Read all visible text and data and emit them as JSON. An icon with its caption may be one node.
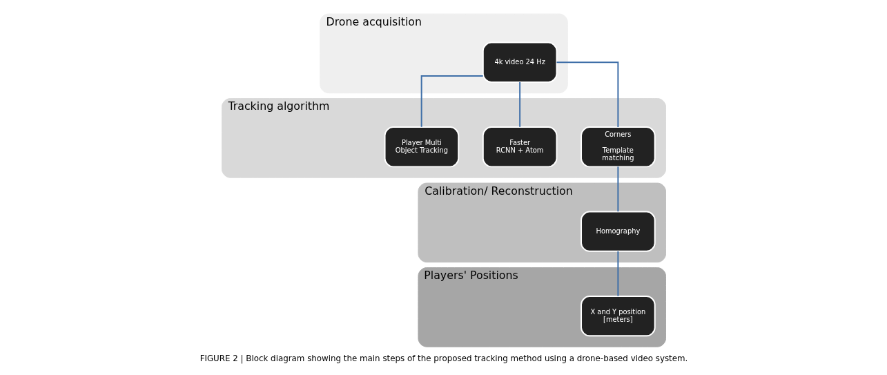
{
  "diagram": {
    "caption": "FIGURE 2 | Block diagram showing the main steps of the proposed tracking method using a drone-based video system.",
    "nodes": [
      {
        "text": [
          "Drone acquisition"
        ]
      },
      {
        "text": [
          "4k video 24 Hz"
        ],
        "in": 0
      },
      {
        "text": [
          "Tracking algorithm"
        ]
      },
      {
        "text": [
          "Player Multi Object Tracking"
        ],
        "in": 2
      },
      {
        "text": [
          "Faster RCNN + Atom"
        ],
        "in": 2
      },
      {
        "text": [
          "Corners",
          "Template matching"
        ],
        "in": 2
      },
      {
        "text": [
          "Calibration/ Reconstruction"
        ]
      },
      {
        "text": [
          "Homography"
        ],
        "in": 6
      },
      {
        "text": [
          "Players' Positions"
        ]
      },
      {
        "text": [
          "X and Y position [meters]"
        ],
        "in": 8
      }
    ],
    "edges": [
      {
        "from": 1,
        "to": 3,
        "arrow": "none"
      },
      {
        "from": 1,
        "to": 4,
        "arrow": "none"
      },
      {
        "from": 1,
        "to": 5,
        "arrow": "none"
      },
      {
        "from": 5,
        "to": 7,
        "arrow": "none"
      },
      {
        "from": 7,
        "to": 9,
        "arrow": "none"
      }
    ]
  }
}
